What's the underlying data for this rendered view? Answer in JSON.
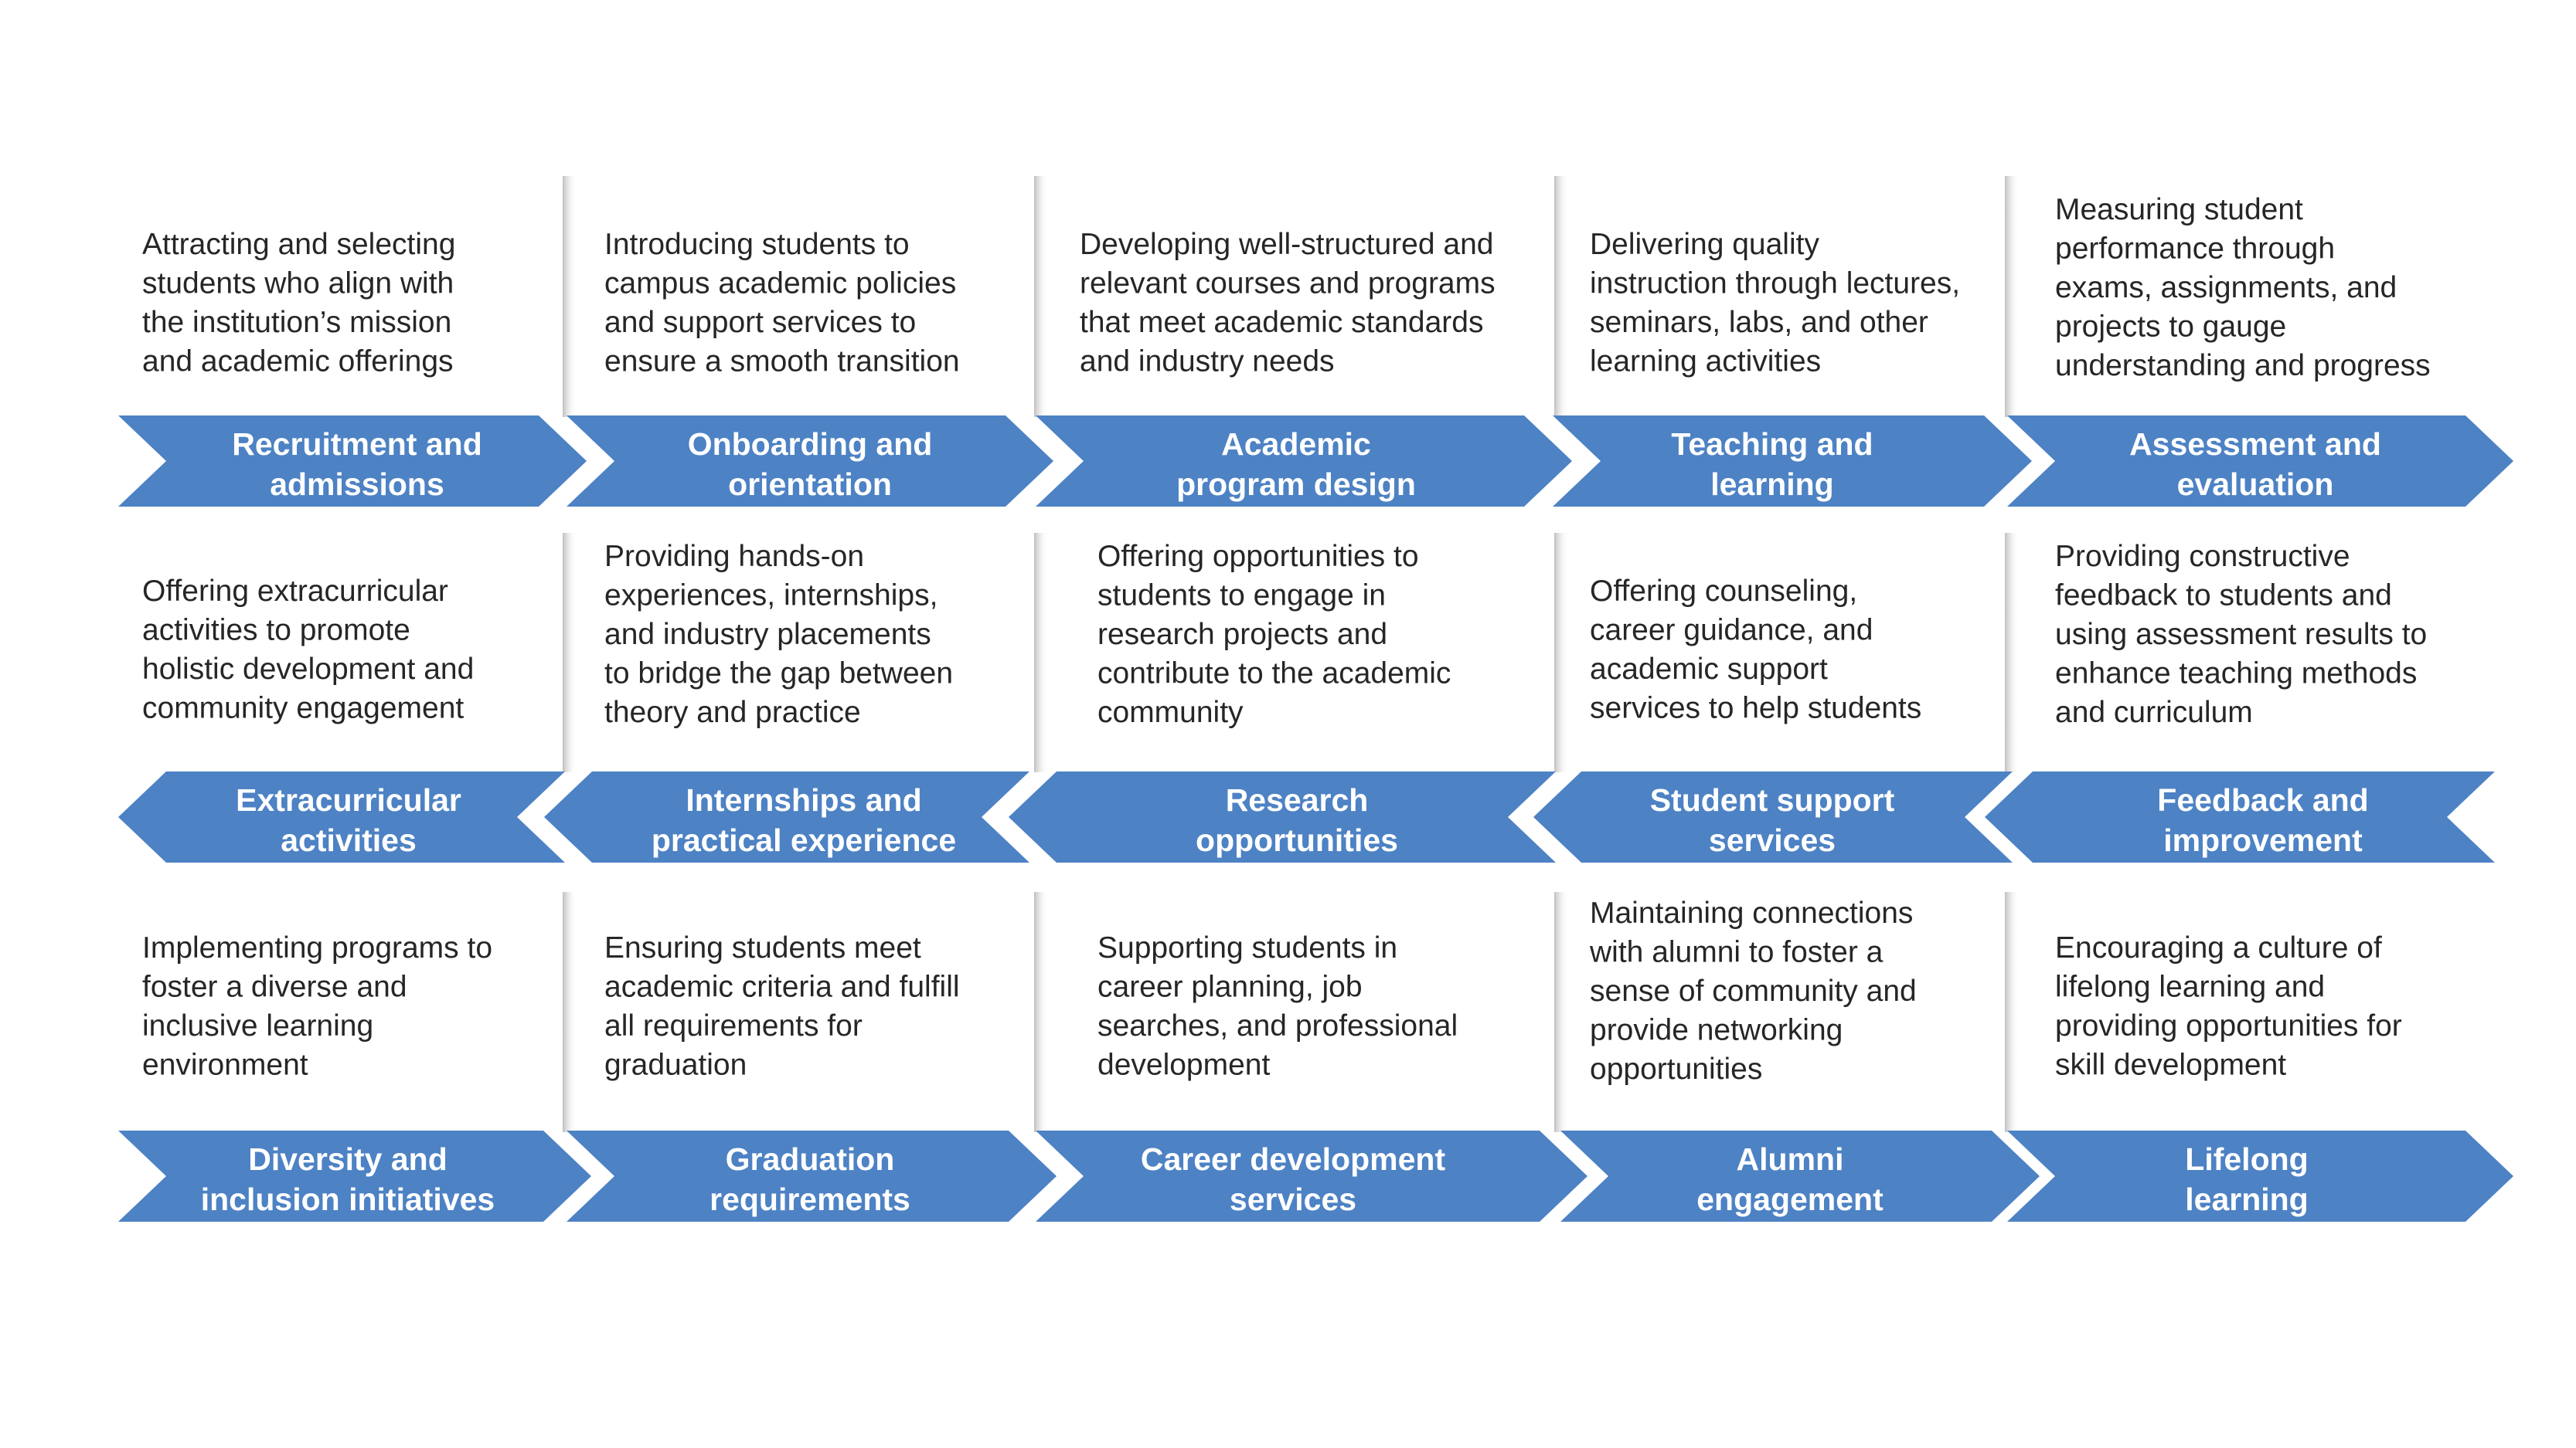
{
  "theme": {
    "chevron_color": "#4d82c4",
    "label_color": "#ffffff",
    "text_color": "#262626",
    "panel_shadow_color": "#cfcfcf"
  },
  "rows": [
    {
      "direction": "right",
      "steps": [
        {
          "label": [
            "Recruitment and",
            "admissions"
          ],
          "description": [
            "Attracting and selecting",
            "students who align with",
            "the institution’s mission",
            "and academic offerings"
          ]
        },
        {
          "label": [
            "Onboarding and",
            "orientation"
          ],
          "description": [
            "Introducing students to",
            "campus academic policies",
            "and support services to",
            "ensure a smooth transition"
          ]
        },
        {
          "label": [
            "Academic",
            "program design"
          ],
          "description": [
            "Developing well-structured and",
            "relevant courses and programs",
            "that meet academic standards",
            "and industry needs"
          ]
        },
        {
          "label": [
            "Teaching and",
            "learning"
          ],
          "description": [
            "Delivering quality",
            "instruction through lectures,",
            "seminars, labs, and other",
            "learning activities"
          ]
        },
        {
          "label": [
            "Assessment and",
            "evaluation"
          ],
          "description": [
            "Measuring student",
            "performance through",
            "exams, assignments, and",
            "projects to gauge",
            "understanding and progress"
          ]
        }
      ]
    },
    {
      "direction": "left",
      "steps": [
        {
          "label": [
            "Extracurricular",
            "activities"
          ],
          "description": [
            "Offering extracurricular",
            "activities to promote",
            "holistic development and",
            "community engagement"
          ]
        },
        {
          "label": [
            "Internships and",
            "practical experience"
          ],
          "description": [
            "Providing hands-on",
            "experiences, internships,",
            "and industry placements",
            "to bridge the gap between",
            "theory and practice"
          ]
        },
        {
          "label": [
            "Research",
            "opportunities"
          ],
          "description": [
            "Offering opportunities to",
            "students to engage in",
            "research projects and",
            "contribute to the academic",
            "community"
          ]
        },
        {
          "label": [
            "Student support",
            "services"
          ],
          "description": [
            "Offering counseling,",
            "career guidance, and",
            "academic support",
            "services to help students"
          ]
        },
        {
          "label": [
            "Feedback and",
            "improvement"
          ],
          "description": [
            "Providing constructive",
            "feedback to students and",
            "using assessment results to",
            "enhance teaching methods",
            "and curriculum"
          ]
        }
      ]
    },
    {
      "direction": "right",
      "steps": [
        {
          "label": [
            "Diversity and",
            "inclusion initiatives"
          ],
          "description": [
            "Implementing programs to",
            "foster a diverse and",
            "inclusive learning",
            "environment"
          ]
        },
        {
          "label": [
            "Graduation",
            "requirements"
          ],
          "description": [
            "Ensuring students meet",
            "academic criteria and fulfill",
            "all requirements for",
            "graduation"
          ]
        },
        {
          "label": [
            "Career development",
            "services"
          ],
          "description": [
            "Supporting students in",
            "career planning, job",
            "searches, and professional",
            "development"
          ]
        },
        {
          "label": [
            "Alumni",
            "engagement"
          ],
          "description": [
            "Maintaining connections",
            "with alumni to foster a",
            "sense of community and",
            "provide networking",
            "opportunities"
          ]
        },
        {
          "label": [
            "Lifelong",
            "learning"
          ],
          "description": [
            "Encouraging a culture of",
            "lifelong learning and",
            "providing opportunities for",
            "skill development"
          ]
        }
      ]
    }
  ]
}
